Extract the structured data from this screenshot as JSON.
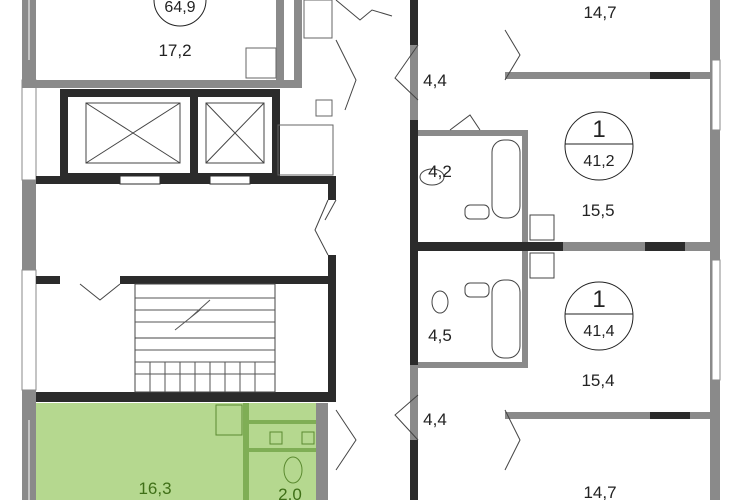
{
  "plan": {
    "top_left_apartment": {
      "total_area": "64,9",
      "room_area": "17,2"
    },
    "selected_apartment": {
      "room_area": "16,3",
      "bath_area": "2,0",
      "highlight_color": "#b5d88f",
      "text_color": "#3f6f17"
    },
    "right_top": {
      "room_area": "14,7",
      "hall_area": "4,4"
    },
    "apartment_a": {
      "rooms": "1",
      "total_area": "41,2",
      "bath_area": "4,2",
      "room_area": "15,5"
    },
    "apartment_b": {
      "rooms": "1",
      "total_area": "41,4",
      "bath_area": "4,5",
      "room_area": "15,4"
    },
    "right_bottom": {
      "hall_area": "4,4",
      "room_area": "14,7"
    },
    "colors": {
      "wall_dark": "#2b2b2b",
      "wall_gray": "#8a8a8a"
    }
  }
}
